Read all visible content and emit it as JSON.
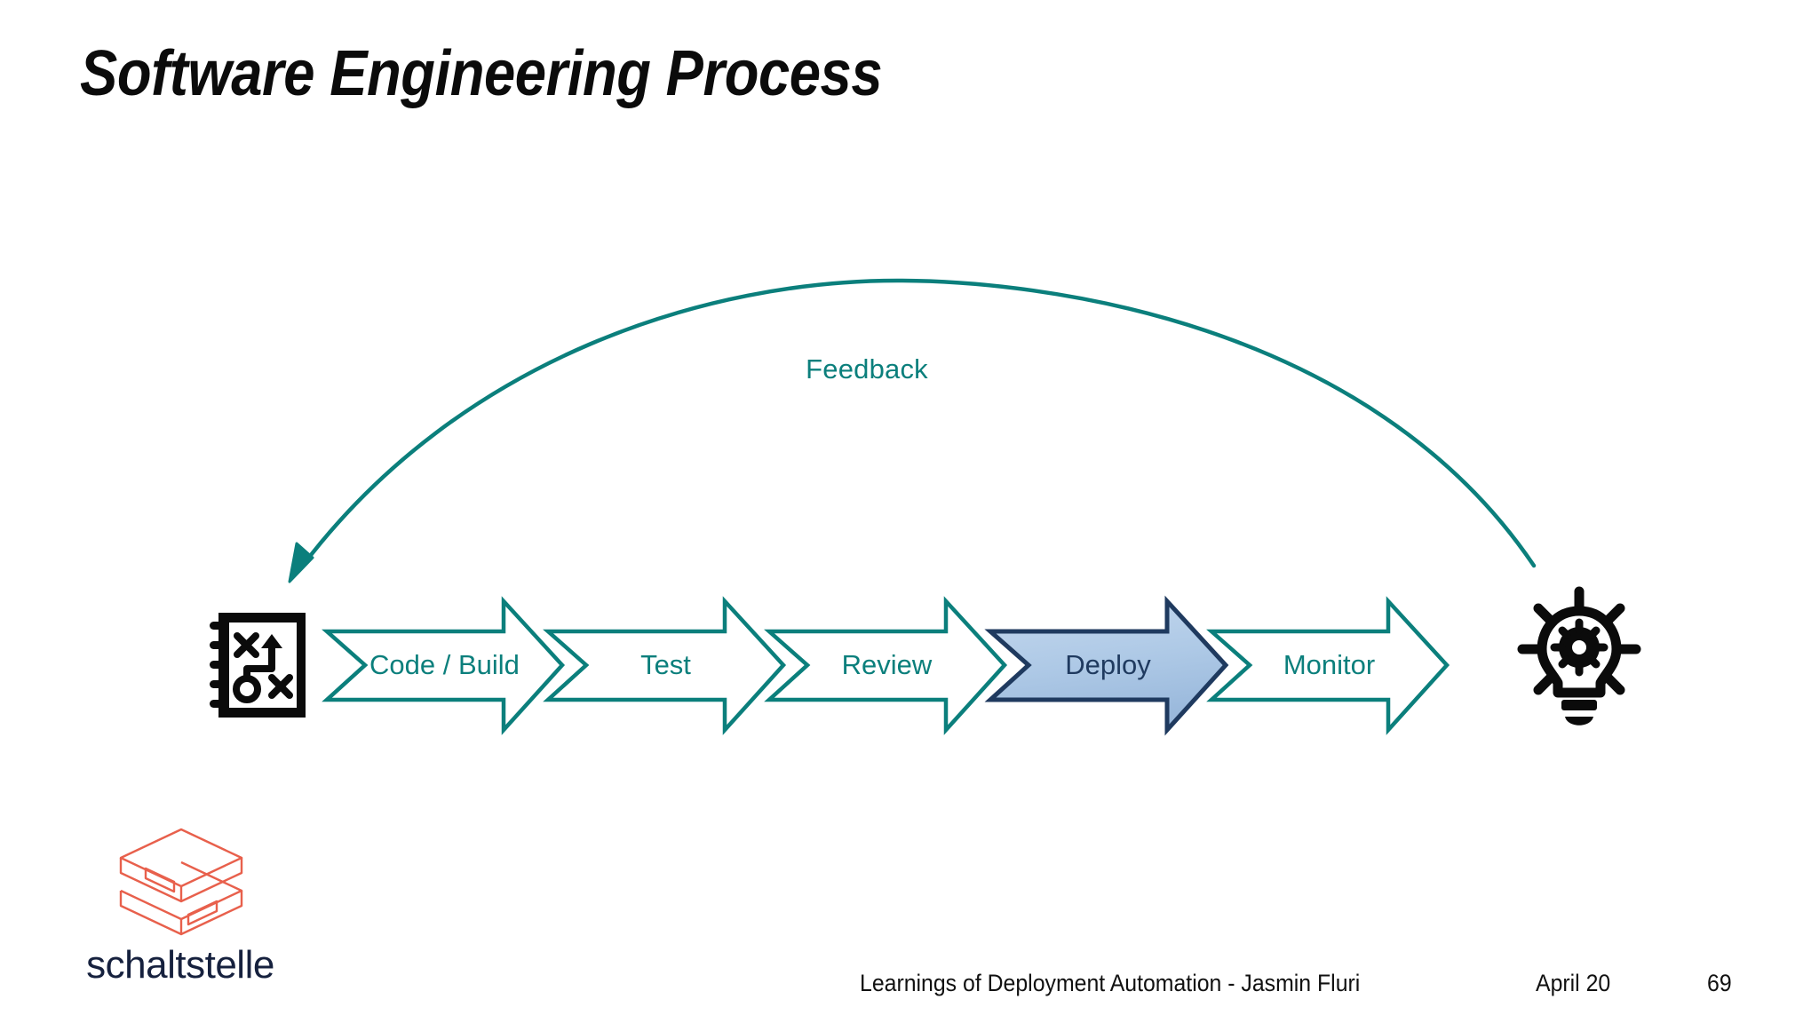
{
  "slide": {
    "title": "Software Engineering Process",
    "background_color": "#ffffff"
  },
  "colors": {
    "teal": "#0b7f7c",
    "navy": "#1f3a5f",
    "highlight_fill_light": "#bcd3ea",
    "highlight_fill_dark": "#9fbcdd",
    "black": "#0b0b0b",
    "logo_coral": "#e8604c",
    "logo_wordmark": "#16213e"
  },
  "diagram": {
    "type": "process-flow",
    "start_icon": "strategy-playbook-icon",
    "end_icon": "lightbulb-gear-idea-icon",
    "feedback_label": "Feedback",
    "feedback_direction": "right-to-left",
    "stages": [
      {
        "label": "Code / Build",
        "highlighted": false
      },
      {
        "label": "Test",
        "highlighted": false
      },
      {
        "label": "Review",
        "highlighted": false
      },
      {
        "label": "Deploy",
        "highlighted": true
      },
      {
        "label": "Monitor",
        "highlighted": false
      }
    ]
  },
  "footer": {
    "center": "Learnings of Deployment Automation - Jasmin Fluri",
    "date": "April 20",
    "page": "69"
  },
  "logo": {
    "wordmark": "schaltstelle",
    "mark_name": "schaltstelle-isometric-s-icon"
  }
}
